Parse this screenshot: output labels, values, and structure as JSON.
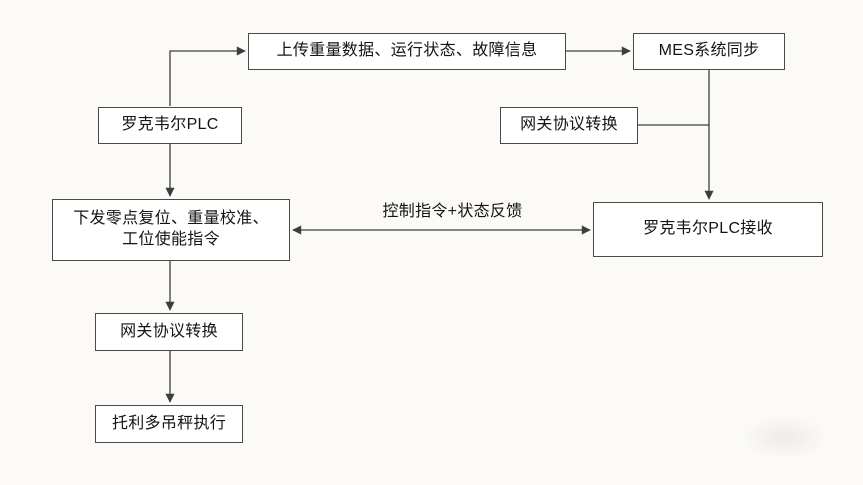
{
  "diagram": {
    "nodes": {
      "upload_data": {
        "label": "上传重量数据、运行状态、故障信息"
      },
      "mes_sync": {
        "label": "MES系统同步"
      },
      "rockwell_plc": {
        "label": "罗克韦尔PLC"
      },
      "gateway_protocol_upper": {
        "label": "网关协议转换"
      },
      "issue_commands": {
        "lines": [
          "下发零点复位、重量校准、",
          "工位使能指令"
        ]
      },
      "rockwell_plc_receive": {
        "label": "罗克韦尔PLC接收"
      },
      "gateway_protocol_lower": {
        "label": "网关协议转换"
      },
      "toledo_scale": {
        "label": "托利多吊秤执行"
      }
    },
    "edge_labels": {
      "control_feedback": "控制指令+状态反馈"
    },
    "colors": {
      "background": "#fbfaf6",
      "box_fill": "#ffffff",
      "box_border": "#4a4a4a",
      "text": "#141414",
      "arrow": "#3d3d3d"
    }
  }
}
